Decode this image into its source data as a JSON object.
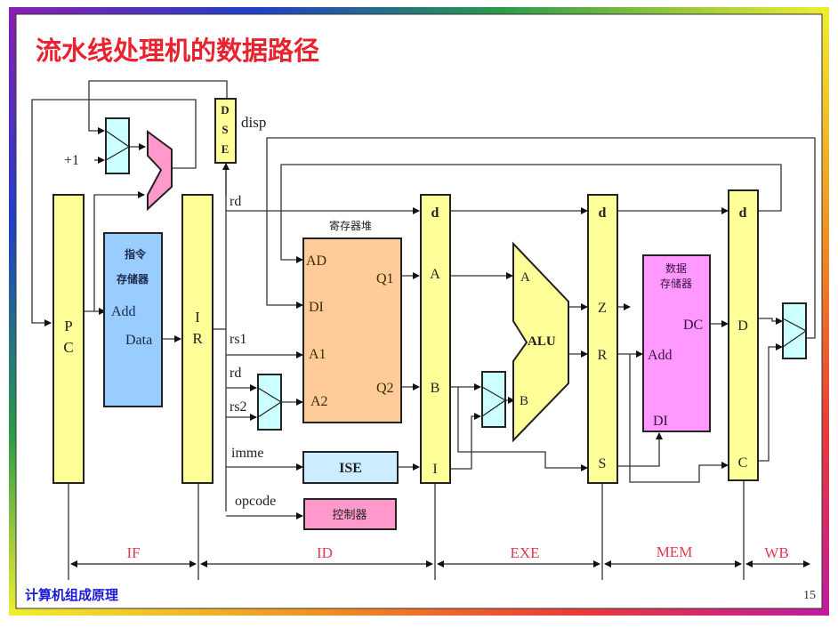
{
  "slide": {
    "title": "流水线处理机的数据路径",
    "footer_left": "计算机组成原理",
    "page_number": "15",
    "colors": {
      "title": "#e8232f",
      "footer": "#1a1ad6",
      "stage_label": "#e03c4f",
      "latch_fill": "#ffff99",
      "mux_fill": "#ccffff",
      "adder_fill": "#ff99cc",
      "imem_fill": "#99ccff",
      "regfile_fill": "#ffcc99",
      "ise_fill": "#ccecff",
      "control_fill": "#ff99cc",
      "dmem_fill": "#ff99ff",
      "alu_fill": "#ffff99"
    }
  },
  "diagram": {
    "pc": {
      "label1": "P",
      "label2": "C"
    },
    "ir": {
      "label1": "I",
      "label2": "R"
    },
    "dse": {
      "label1": "D",
      "label2": "S",
      "label3": "E"
    },
    "plus_one": "+1",
    "disp": "disp",
    "instruction_memory": {
      "title1": "指令",
      "title2": "存储器",
      "port_add": "Add",
      "port_data": "Data"
    },
    "register_file": {
      "title": "寄存器堆",
      "port_ad": "AD",
      "port_di": "DI",
      "port_a1": "A1",
      "port_a2": "A2",
      "port_q1": "Q1",
      "port_q2": "Q2"
    },
    "signals": {
      "rd_top": "rd",
      "rs1": "rs1",
      "rd": "rd",
      "rs2": "rs2",
      "imme": "imme",
      "opcode": "opcode"
    },
    "ise": "ISE",
    "control": "控制器",
    "id_exe_latch": {
      "d": "d",
      "a": "A",
      "b": "B",
      "i": "I"
    },
    "alu": {
      "label": "ALU",
      "port_a": "A",
      "port_b": "B"
    },
    "exe_mem_latch": {
      "d": "d",
      "z": "Z",
      "r": "R",
      "s": "S"
    },
    "data_memory": {
      "title1": "数据",
      "title2": "存储器",
      "port_dc": "DC",
      "port_add": "Add",
      "port_di": "DI"
    },
    "mem_wb_latch": {
      "d": "d",
      "dd": "D",
      "c": "C"
    }
  },
  "stages": [
    {
      "label": "IF"
    },
    {
      "label": "ID"
    },
    {
      "label": "EXE"
    },
    {
      "label": "MEM"
    },
    {
      "label": "WB"
    }
  ]
}
